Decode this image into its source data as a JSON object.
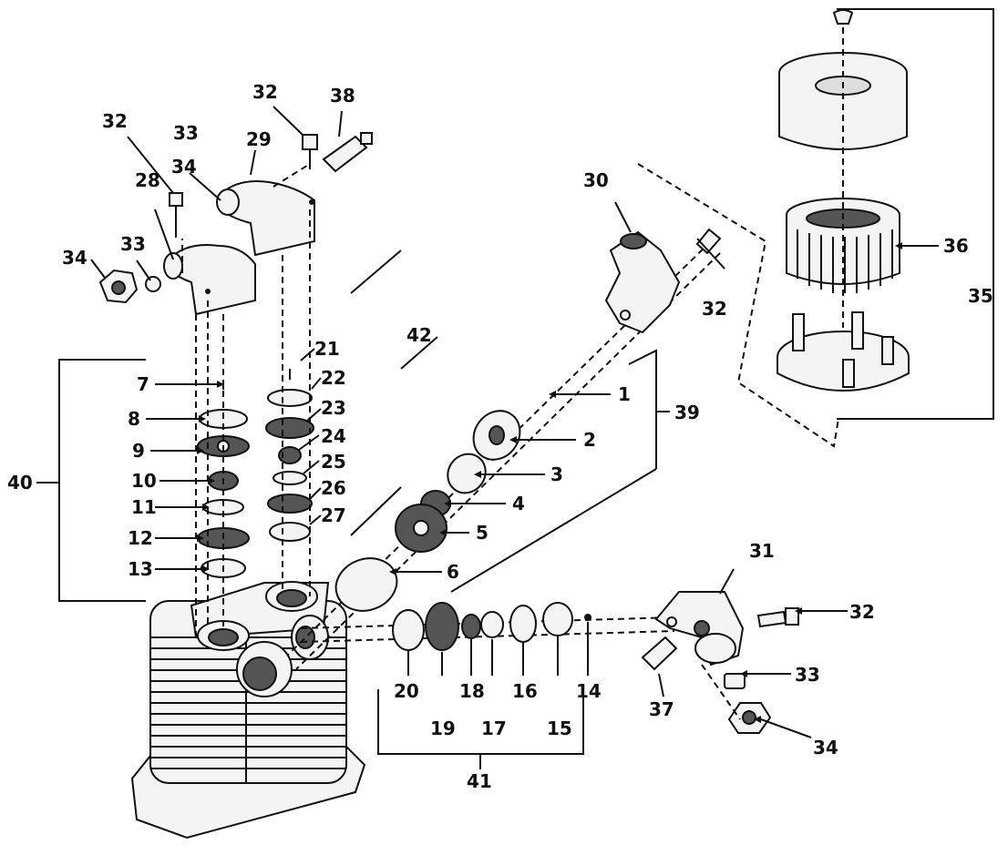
{
  "diagram": {
    "callouts": [
      {
        "id": "c1",
        "text": "1"
      },
      {
        "id": "c2",
        "text": "2"
      },
      {
        "id": "c3",
        "text": "3"
      },
      {
        "id": "c4",
        "text": "4"
      },
      {
        "id": "c5",
        "text": "5"
      },
      {
        "id": "c6",
        "text": "6"
      },
      {
        "id": "c7",
        "text": "7"
      },
      {
        "id": "c8",
        "text": "8"
      },
      {
        "id": "c9",
        "text": "9"
      },
      {
        "id": "c10",
        "text": "10"
      },
      {
        "id": "c11",
        "text": "11"
      },
      {
        "id": "c12",
        "text": "12"
      },
      {
        "id": "c13",
        "text": "13"
      },
      {
        "id": "c14",
        "text": "14"
      },
      {
        "id": "c15",
        "text": "15"
      },
      {
        "id": "c16",
        "text": "16"
      },
      {
        "id": "c17",
        "text": "17"
      },
      {
        "id": "c18",
        "text": "18"
      },
      {
        "id": "c19",
        "text": "19"
      },
      {
        "id": "c20",
        "text": "20"
      },
      {
        "id": "c21",
        "text": "21"
      },
      {
        "id": "c22",
        "text": "22"
      },
      {
        "id": "c23",
        "text": "23"
      },
      {
        "id": "c24",
        "text": "24"
      },
      {
        "id": "c25",
        "text": "25"
      },
      {
        "id": "c26",
        "text": "26"
      },
      {
        "id": "c27",
        "text": "27"
      },
      {
        "id": "c28",
        "text": "28"
      },
      {
        "id": "c29",
        "text": "29"
      },
      {
        "id": "c30",
        "text": "30"
      },
      {
        "id": "c31",
        "text": "31"
      },
      {
        "id": "c32a",
        "text": "32"
      },
      {
        "id": "c32b",
        "text": "32"
      },
      {
        "id": "c32c",
        "text": "32"
      },
      {
        "id": "c32d",
        "text": "32"
      },
      {
        "id": "c33a",
        "text": "33"
      },
      {
        "id": "c33b",
        "text": "33"
      },
      {
        "id": "c33c",
        "text": "33"
      },
      {
        "id": "c34a",
        "text": "34"
      },
      {
        "id": "c34b",
        "text": "34"
      },
      {
        "id": "c34c",
        "text": "34"
      },
      {
        "id": "c35",
        "text": "35"
      },
      {
        "id": "c36",
        "text": "36"
      },
      {
        "id": "c37",
        "text": "37"
      },
      {
        "id": "c38",
        "text": "38"
      },
      {
        "id": "c39",
        "text": "39"
      },
      {
        "id": "c40",
        "text": "40"
      },
      {
        "id": "c41",
        "text": "41"
      },
      {
        "id": "c42",
        "text": "42"
      }
    ]
  }
}
